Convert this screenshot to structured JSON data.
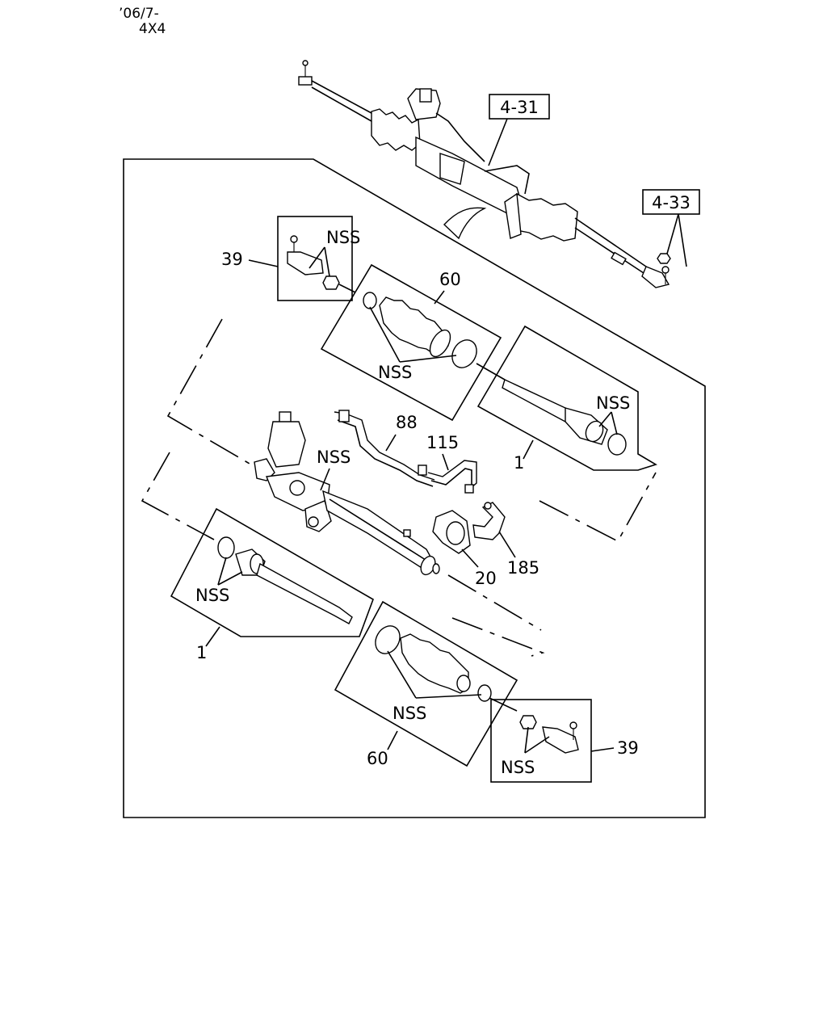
{
  "header": {
    "line1": "’06/7-",
    "line2": "4X4"
  },
  "refs": {
    "ref_top": "4-31",
    "ref_right": "4-33"
  },
  "callouts": {
    "tie_rod_end_upper": "39",
    "tie_rod_end_lower": "39",
    "boot_kit_upper": "60",
    "boot_kit_lower": "60",
    "hose_88": "88",
    "hose_115": "115",
    "inner_rod_upper": "1",
    "inner_rod_lower": "1",
    "bracket_20": "20",
    "clamp_185": "185",
    "nss_a": "NSS",
    "nss_b": "NSS",
    "nss_c": "NSS",
    "nss_d": "NSS",
    "nss_e": "NSS",
    "nss_f": "NSS",
    "nss_g": "NSS"
  }
}
